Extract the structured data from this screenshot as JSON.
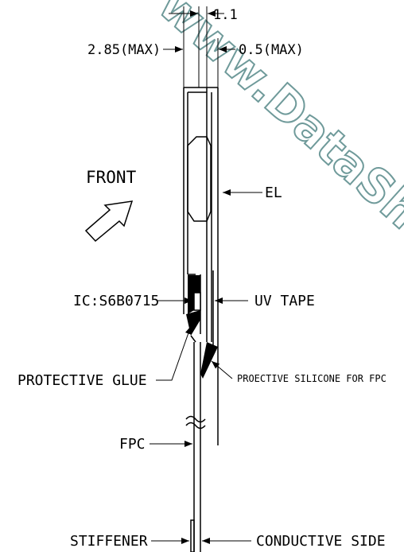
{
  "watermark": "www.DataSheet",
  "dimensions": {
    "top": "1.1",
    "left": "2.85(MAX)",
    "right": "0.5(MAX)"
  },
  "labels": {
    "front": "FRONT",
    "el": "EL",
    "ic": "IC:S6B0715",
    "uv_tape": "UV TAPE",
    "protective_glue": "PROTECTIVE GLUE",
    "protective_silicone": "PROECTIVE SILICONE FOR FPC",
    "fpc": "FPC",
    "stiffener": "STIFFENER",
    "conductive_side": "CONDUCTIVE SIDE"
  }
}
